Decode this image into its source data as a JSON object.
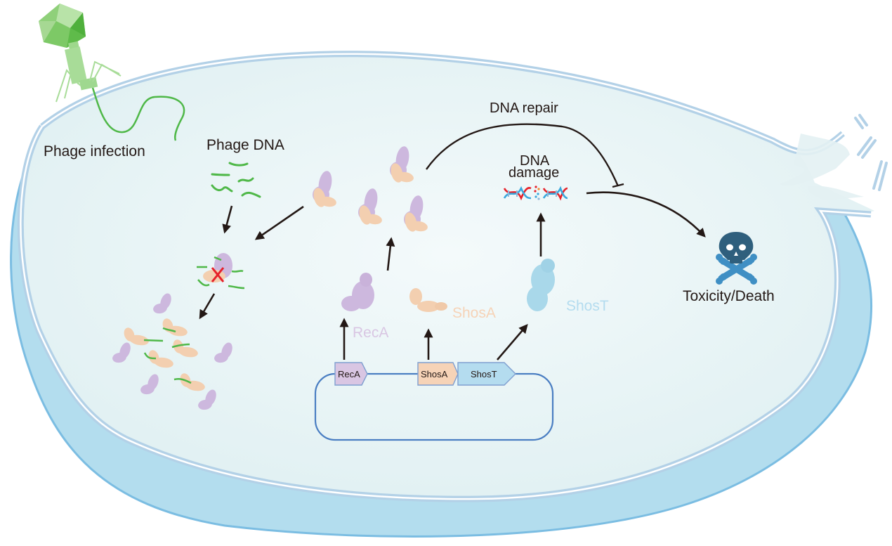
{
  "figure": {
    "labels": {
      "phage_infection": "Phage infection",
      "phage_dna": "Phage DNA",
      "dna_repair": "DNA repair",
      "dna_damage_line1": "DNA",
      "dna_damage_line2": "damage",
      "toxicity": "Toxicity/Death",
      "protein_reca": "RecA",
      "protein_shosa": "ShosA",
      "protein_shost": "ShosT"
    },
    "plasmid": {
      "genes": [
        {
          "id": "reca",
          "label": "RecA",
          "color": "#d9c6e3"
        },
        {
          "id": "shosa",
          "label": "ShosA",
          "color": "#f6d3b7"
        },
        {
          "id": "shost",
          "label": "ShosT",
          "color": "#b4dcef"
        }
      ],
      "backbone_color": "#4a7ec2"
    },
    "colors": {
      "reca": "#cdb8de",
      "shosa": "#f3cfb0",
      "shost": "#a9d8ea",
      "phage": "#6cc05a",
      "phage_dna": "#4fb848",
      "membrane": "#b3d1e7",
      "cell_wall": "#b3ddee",
      "cytoplasm": "#e3f1f3",
      "skull": "#2f5f7d",
      "bones": "#3f8fc4",
      "inhibition_x": "#e6212a",
      "arrow": "#231815"
    },
    "icons": {
      "phage": "bacteriophage-icon",
      "skull": "skull-crossbones-icon",
      "dna_damage": "broken-dna-helix-icon",
      "blocked": "red-x-icon"
    }
  }
}
